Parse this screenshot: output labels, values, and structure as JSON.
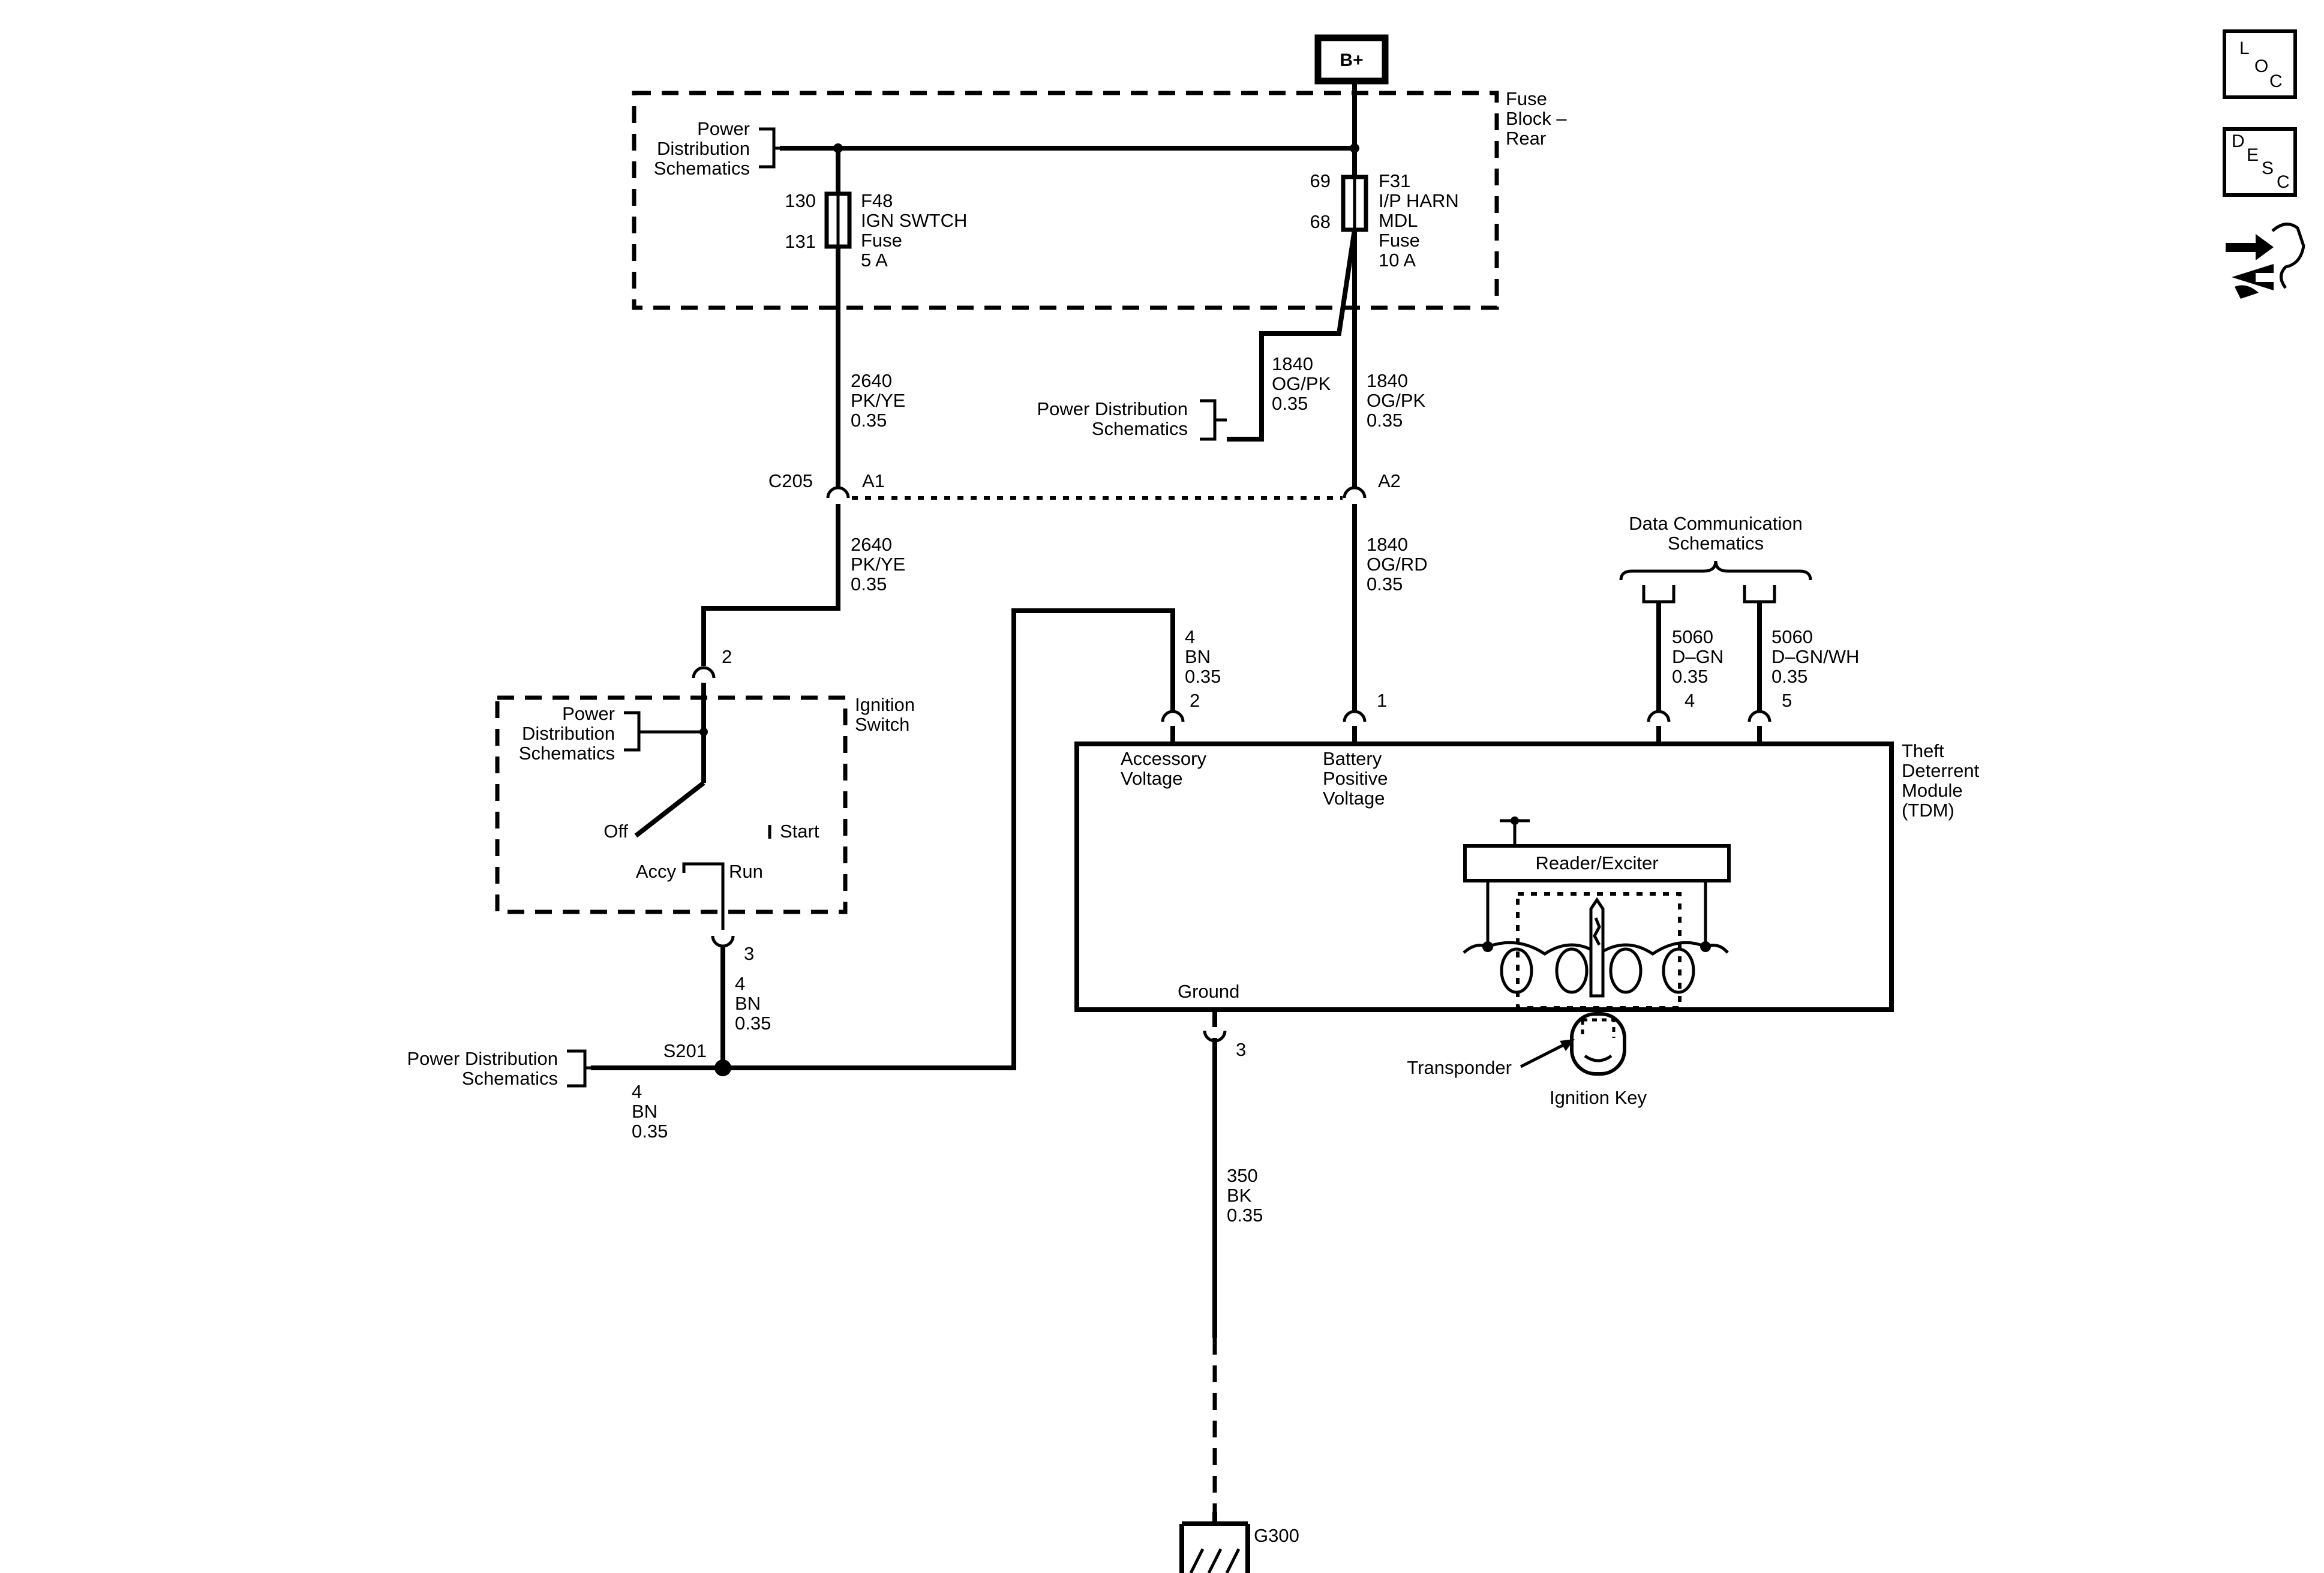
{
  "battery": "B+",
  "fuse_block": {
    "title_lines": [
      "Fuse",
      "Block –",
      "Rear"
    ]
  },
  "pds_top": [
    "Power",
    "Distribution",
    "Schematics"
  ],
  "fuse_f48": {
    "pin_in": "130",
    "pin_out": "131",
    "lines": [
      "F48",
      "IGN SWTCH",
      "Fuse",
      "5 A"
    ]
  },
  "fuse_f31": {
    "pin_in": "69",
    "pin_out": "68",
    "lines": [
      "F31",
      "I/P HARN",
      "MDL",
      "Fuse",
      "10 A"
    ]
  },
  "wire_2640_upper": [
    "2640",
    "PK/YE",
    "0.35"
  ],
  "wire_1840_pk_left": [
    "1840",
    "OG/PK",
    "0.35"
  ],
  "wire_1840_pk_right": [
    "1840",
    "OG/PK",
    "0.35"
  ],
  "pds_mid": [
    "Power Distribution",
    "Schematics"
  ],
  "connector_c205": {
    "name": "C205",
    "pin_a1": "A1",
    "pin_a2": "A2"
  },
  "wire_2640_lower": [
    "2640",
    "PK/YE",
    "0.35"
  ],
  "wire_1840_rd": [
    "1840",
    "OG/RD",
    "0.35"
  ],
  "data_comm": [
    "Data Communication",
    "Schematics"
  ],
  "wire_5060_a": [
    "5060",
    "D–GN",
    "0.35"
  ],
  "wire_5060_b": [
    "5060",
    "D–GN/WH",
    "0.35"
  ],
  "wire_4bn_tdm": [
    "4",
    "BN",
    "0.35"
  ],
  "ignition_switch": {
    "title": [
      "Ignition",
      "Switch"
    ],
    "pin_top": "2",
    "pin_bottom": "3",
    "pds": [
      "Power",
      "Distribution",
      "Schematics"
    ],
    "positions": {
      "off": "Off",
      "start": "Start",
      "accy": "Accy",
      "run": "Run"
    }
  },
  "tdm": {
    "title": [
      "Theft",
      "Deterrent",
      "Module",
      "(TDM)"
    ],
    "accessory": [
      "Accessory",
      "Voltage"
    ],
    "battery_pos": [
      "Battery",
      "Positive",
      "Voltage"
    ],
    "ground": "Ground",
    "reader": "Reader/Exciter",
    "pins": {
      "accessory": "2",
      "battery": "1",
      "data_a": "4",
      "data_b": "5",
      "ground": "3"
    }
  },
  "wire_4bn_switch": [
    "4",
    "BN",
    "0.35"
  ],
  "splice": "S201",
  "pds_bottom": [
    "Power Distribution",
    "Schematics"
  ],
  "wire_4bn_pds": [
    "4",
    "BN",
    "0.35"
  ],
  "wire_350": [
    "350",
    "BK",
    "0.35"
  ],
  "ground_point": "G300",
  "transponder": "Transponder",
  "ignition_key": "Ignition Key",
  "side_icons": {
    "loc": {
      "l1": "L",
      "l2": "O",
      "l3": "C"
    },
    "desc": {
      "l1": "D",
      "l2": "E",
      "l3": "S",
      "l4": "C"
    },
    "third": "connector-tools-icon"
  }
}
